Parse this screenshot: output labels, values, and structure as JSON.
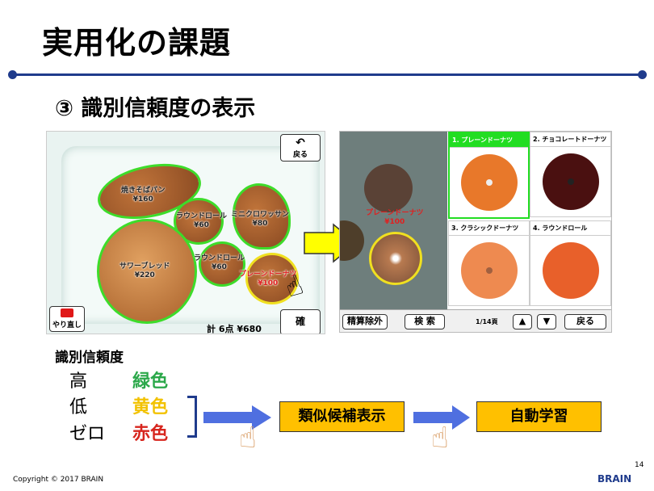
{
  "slide": {
    "title": "実用化の課題",
    "subtitle": "③ 識別信頼度の表示",
    "page_number": "14",
    "copyright": "Copyright © 2017  BRAIN",
    "logo": "BRAIN"
  },
  "left_screen": {
    "items": [
      {
        "name": "焼きそばパン",
        "price": "¥160",
        "status": "green"
      },
      {
        "name": "ラウンドロール",
        "price": "¥60",
        "status": "green"
      },
      {
        "name": "ミニクロワッサン",
        "price": "¥80",
        "status": "green"
      },
      {
        "name": "サワーブレッド",
        "price": "¥220",
        "status": "green"
      },
      {
        "name": "ラウンドロール",
        "price": "¥60",
        "status": "green"
      },
      {
        "name": "プレーンドーナツ",
        "price": "¥100",
        "status": "yellow"
      }
    ],
    "back_label": "戻る",
    "retake_label": "やり直し",
    "total": "計 6点 ¥680",
    "confirm_label": "確"
  },
  "right_screen": {
    "selected": {
      "name": "プレーンドーナツ",
      "price": "¥100"
    },
    "candidates": [
      {
        "label": "1. プレーンドーナツ",
        "color": "#E8782A"
      },
      {
        "label": "2. チョコレートドーナツ",
        "color": "#4a1010"
      },
      {
        "label": "3. クラシックドーナツ",
        "color": "#EE8A50"
      },
      {
        "label": "4. ラウンドロール",
        "color": "#E8602A"
      }
    ],
    "exclude_label": "精算除外",
    "search_label": "検 索",
    "page": "1/14頁",
    "up": "▲",
    "down": "▼",
    "back_label": "戻る"
  },
  "confidence": {
    "title": "識別信頼度",
    "levels": [
      {
        "level": "高",
        "color_name": "緑色",
        "color": "#2BA84A"
      },
      {
        "level": "低",
        "color_name": "黄色",
        "color": "#F2C200"
      },
      {
        "level": "ゼロ",
        "color_name": "赤色",
        "color": "#D7261E"
      }
    ],
    "step1": "類似候補表示",
    "step2": "自動学習"
  }
}
